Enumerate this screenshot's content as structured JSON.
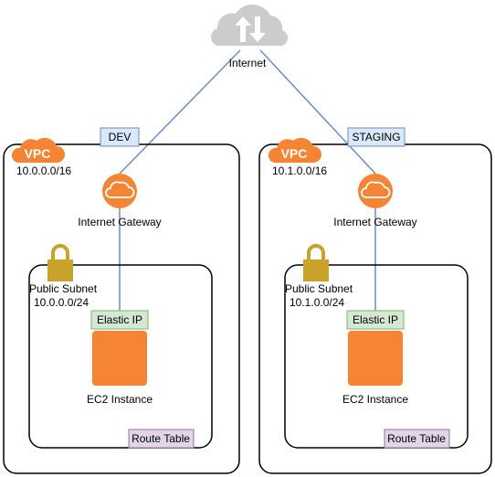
{
  "internet": {
    "label": "Internet",
    "icon": "cloud-updown-icon"
  },
  "colors": {
    "aws_orange": "#F58534",
    "connector": "#6C8EBF",
    "env_tag_fill": "#DAE8FC",
    "env_tag_stroke": "#6C8EBF",
    "eip_fill": "#D5E8D4",
    "eip_stroke": "#82B366",
    "route_fill": "#E1D5E7",
    "route_stroke": "#9673A6",
    "lock": "#C9A22C",
    "cloud_grey": "#CCCCCC"
  },
  "vpcs": [
    {
      "badge": "VPC",
      "env_tag": "DEV",
      "cidr": "10.0.0.0/16",
      "gateway_label": "Internet Gateway",
      "subnet_name": "Public Subnet",
      "subnet_cidr": "10.0.0.0/24",
      "eip_label": "Elastic IP",
      "instance_label": "EC2 Instance",
      "route_table_label": "Route Table"
    },
    {
      "badge": "VPC",
      "env_tag": "STAGING",
      "cidr": "10.1.0.0/16",
      "gateway_label": "Internet Gateway",
      "subnet_name": "Public Subnet",
      "subnet_cidr": "10.1.0.0/24",
      "eip_label": "Elastic IP",
      "instance_label": "EC2 Instance",
      "route_table_label": "Route Table"
    }
  ]
}
